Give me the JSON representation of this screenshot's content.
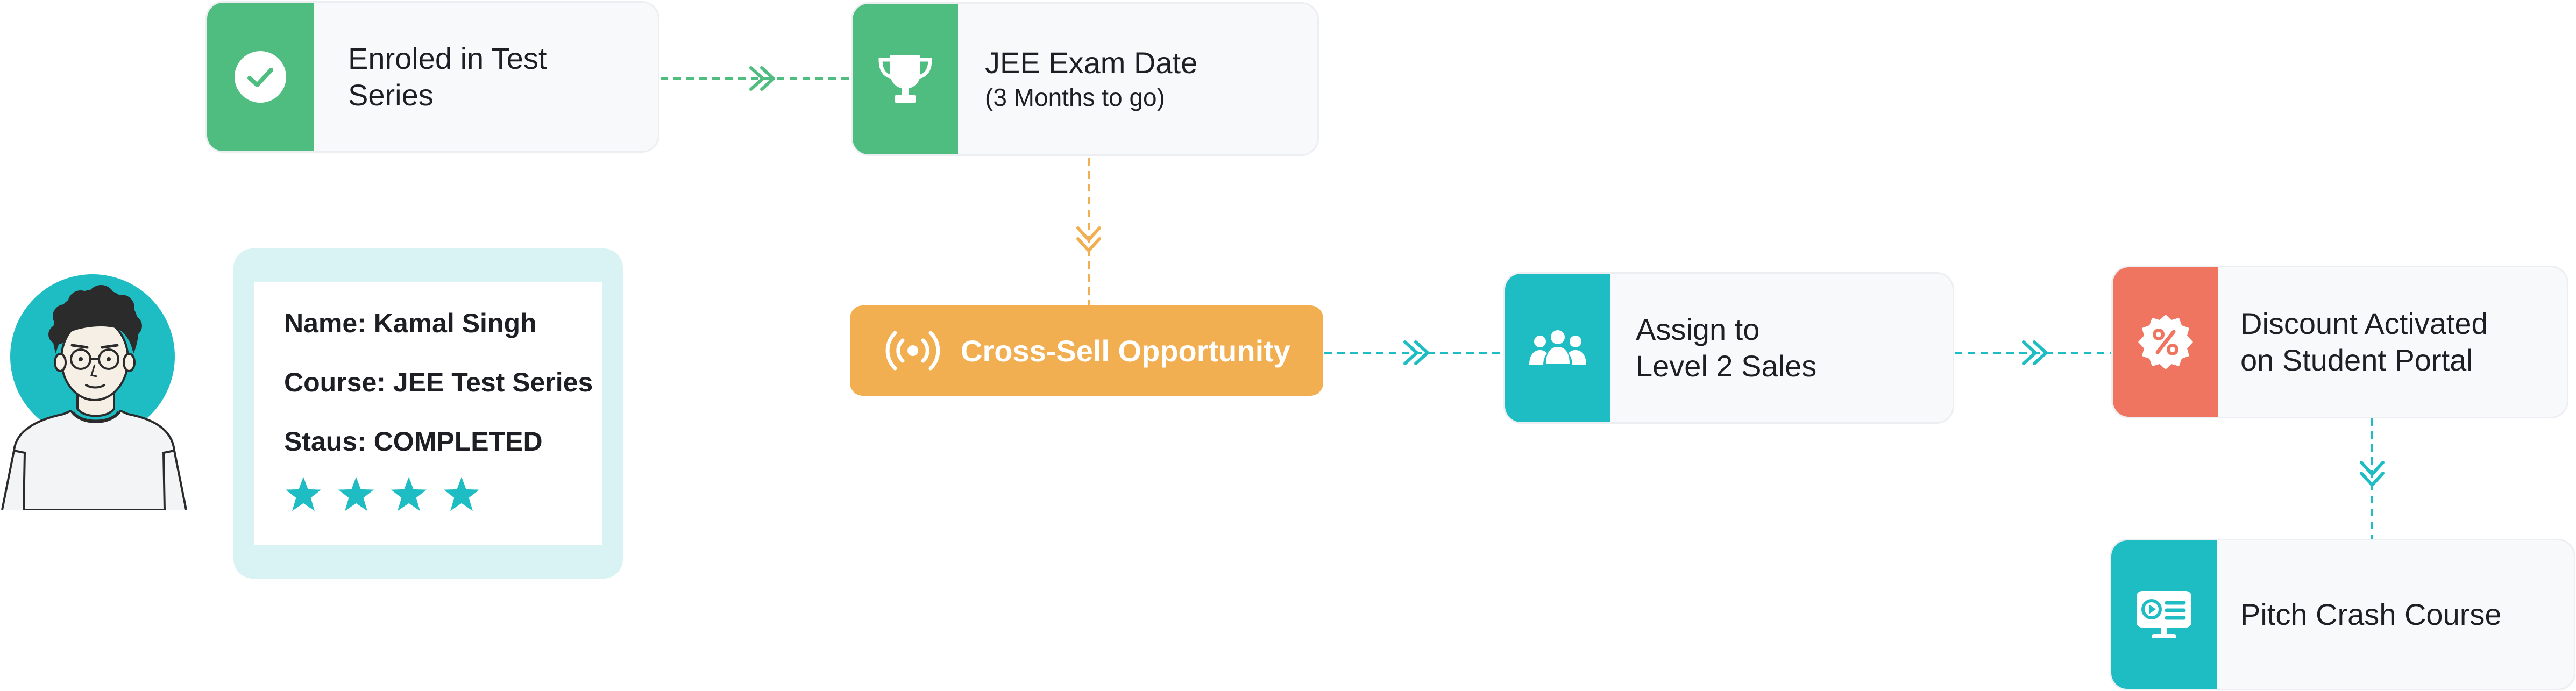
{
  "colors": {
    "green": "#4fbd80",
    "teal": "#1ebdc4",
    "orange": "#f2af52",
    "coral": "#f07561",
    "card_bg": "#f8f9fb",
    "profile_bg": "#d9f2f4"
  },
  "nodes": {
    "enrolled": {
      "line1": "Enroled in Test",
      "line2": "Series",
      "icon": "check-circle-icon"
    },
    "exam": {
      "line1": "JEE Exam Date",
      "line2": "(3 Months to go)",
      "icon": "trophy-icon"
    },
    "cross_sell": {
      "label": "Cross-Sell Opportunity",
      "icon": "broadcast-icon"
    },
    "assign": {
      "line1": "Assign to",
      "line2": "Level 2 Sales",
      "icon": "users-icon"
    },
    "discount": {
      "line1": "Discount Activated",
      "line2": "on Student Portal",
      "icon": "discount-badge-icon"
    },
    "pitch": {
      "label": "Pitch Crash Course",
      "icon": "video-presentation-icon"
    }
  },
  "profile": {
    "name": "Name: Kamal Singh",
    "course": "Course: JEE Test Series",
    "status": "Staus: COMPLETED",
    "rating": 4,
    "avatar_icon": "student-avatar-icon",
    "star_icon": "star-icon"
  }
}
